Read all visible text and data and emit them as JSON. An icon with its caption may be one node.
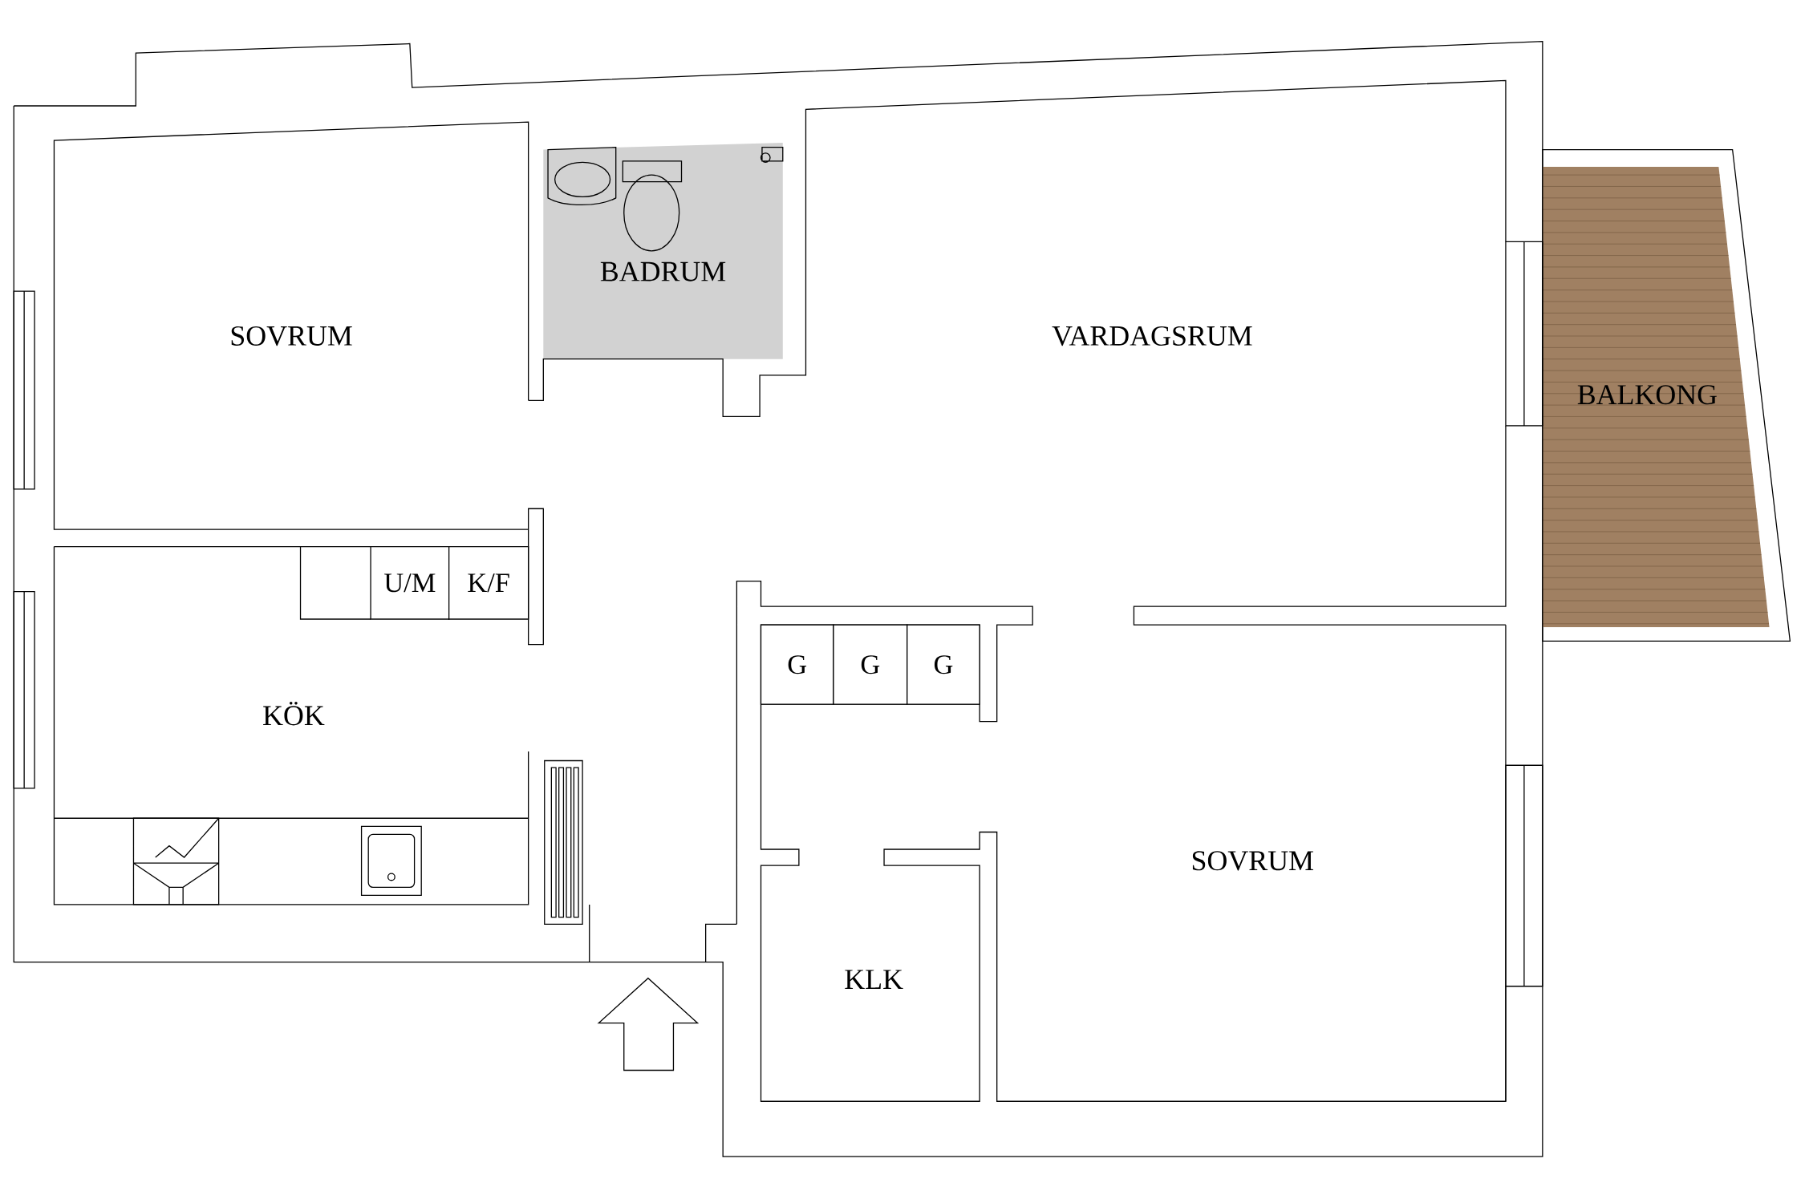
{
  "diagram": {
    "nodes": [
      {
        "text": [
          "SOVRUM"
        ]
      },
      {
        "text": [
          "BADRUM"
        ]
      },
      {
        "text": [
          "VARDAGSRUM"
        ]
      },
      {
        "text": [
          "BALKONG"
        ]
      },
      {
        "text": [
          "U/M"
        ]
      },
      {
        "text": [
          "K/F"
        ]
      },
      {
        "text": [
          "KÖK"
        ]
      },
      {
        "text": [
          "G"
        ]
      },
      {
        "text": [
          "G"
        ]
      },
      {
        "text": [
          "G"
        ]
      },
      {
        "text": [
          "SOVRUM"
        ]
      },
      {
        "text": [
          "KLK"
        ]
      }
    ]
  }
}
